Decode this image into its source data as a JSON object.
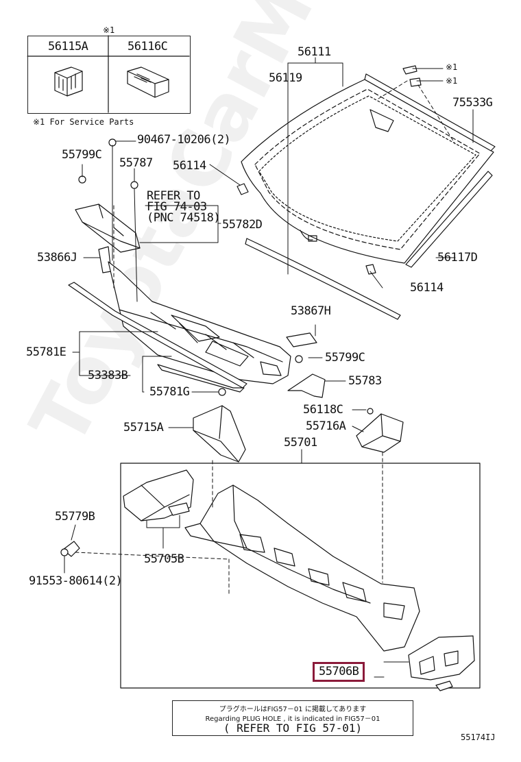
{
  "diagram": {
    "service_parts_table": {
      "marker": "※1",
      "columns": [
        "56115A",
        "56116C"
      ],
      "footnote": "※1 For Service Parts"
    },
    "labels": {
      "p56111": "56111",
      "p56119": "56119",
      "p75533G": "75533G",
      "mark1a": "※1",
      "mark1b": "※1",
      "p90467": "90467-10206(2)",
      "p55799C_top": "55799C",
      "p55787": "55787",
      "p56114_top": "56114",
      "refer_line1": "REFER TO",
      "refer_line2": "FIG 74-03",
      "refer_line3": "(PNC 74518)",
      "p55782D": "55782D",
      "p56117D": "56117D",
      "p53866J": "53866J",
      "p56114_bottom": "56114",
      "p53867H": "53867H",
      "p55781E": "55781E",
      "p55799C_mid": "55799C",
      "p53383B": "53383B",
      "p55783": "55783",
      "p55781G": "55781G",
      "p56118C": "56118C",
      "p55715A": "55715A",
      "p55716A": "55716A",
      "p55701": "55701",
      "p55779B": "55779B",
      "p55705B": "55705B",
      "p91553": "91553-80614(2)",
      "p55706B": "55706B"
    },
    "highlighted_part": "55706B",
    "note": {
      "line1": "プラグホールはFIG57－01 に掲載してあります",
      "line2": "Regarding PLUG HOLE , it is indicated in FIG57－01",
      "line3": "( REFER TO FIG 57-01)"
    },
    "figure_code": "55174IJ",
    "watermark": "ToyotaCarMine.ru",
    "colors": {
      "line": "#111111",
      "highlight": "#8b1a3a",
      "watermark": "#efefef"
    }
  }
}
